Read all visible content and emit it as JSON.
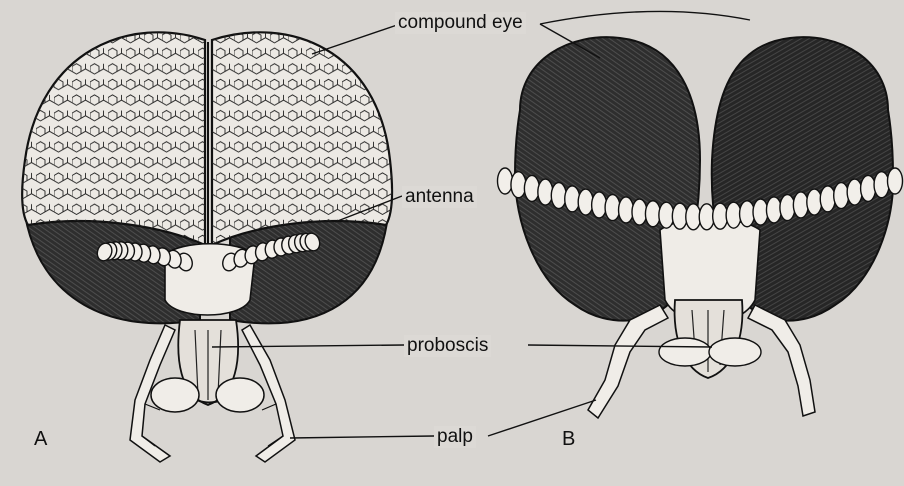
{
  "figure": {
    "labels": {
      "compound_eye": "compound eye",
      "antenna": "antenna",
      "proboscis": "proboscis",
      "palp": "palp"
    },
    "panels": [
      "A",
      "B"
    ],
    "colors": {
      "paper": "#d9d6d2",
      "ink": "#1a1a1a",
      "eye_dark": "#262626",
      "segment_fill": "#f2efea"
    }
  }
}
